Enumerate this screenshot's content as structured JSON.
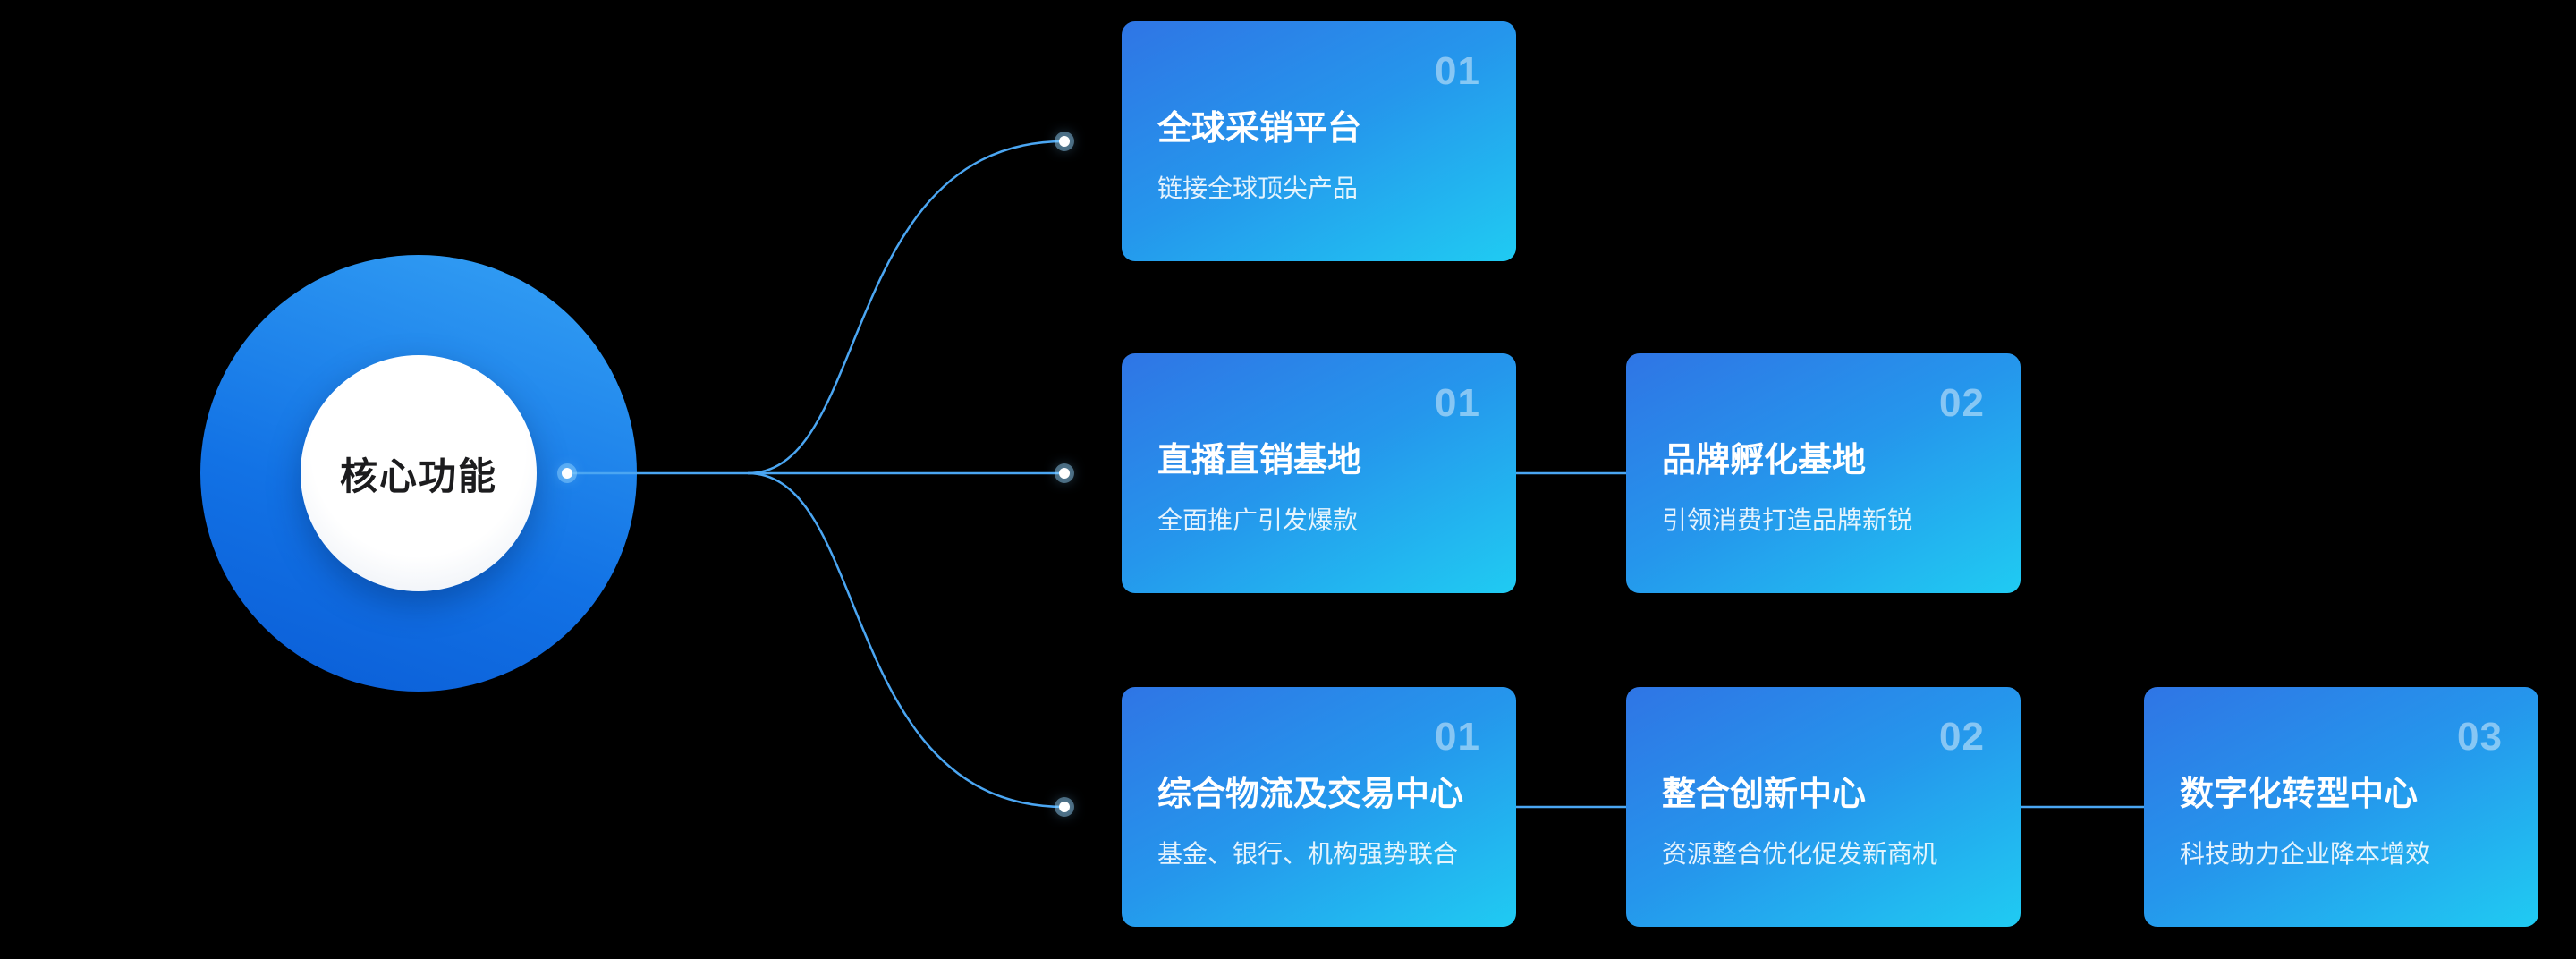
{
  "hub": {
    "label": "核心功能"
  },
  "rows": [
    {
      "cards": [
        {
          "number": "01",
          "title": "全球采销平台",
          "subtitle": "链接全球顶尖产品"
        }
      ]
    },
    {
      "cards": [
        {
          "number": "01",
          "title": "直播直销基地",
          "subtitle": "全面推广引发爆款"
        },
        {
          "number": "02",
          "title": "品牌孵化基地",
          "subtitle": "引领消费打造品牌新锐"
        }
      ]
    },
    {
      "cards": [
        {
          "number": "01",
          "title": "综合物流及交易中心",
          "subtitle": "基金、银行、机构强势联合"
        },
        {
          "number": "02",
          "title": "整合创新中心",
          "subtitle": "资源整合优化促发新商机"
        },
        {
          "number": "03",
          "title": "数字化转型中心",
          "subtitle": "科技助力企业降本增效"
        }
      ]
    }
  ],
  "colors": {
    "background": "#000000",
    "line_color": "#4BA6F2",
    "card_gradient_start": "#2F75E5",
    "card_gradient_end": "#20CBF2",
    "hub_gradient_start": "#35A2F5",
    "hub_gradient_end": "#0A5CD6",
    "card_number_color": "rgba(255,255,255,0.45)"
  }
}
